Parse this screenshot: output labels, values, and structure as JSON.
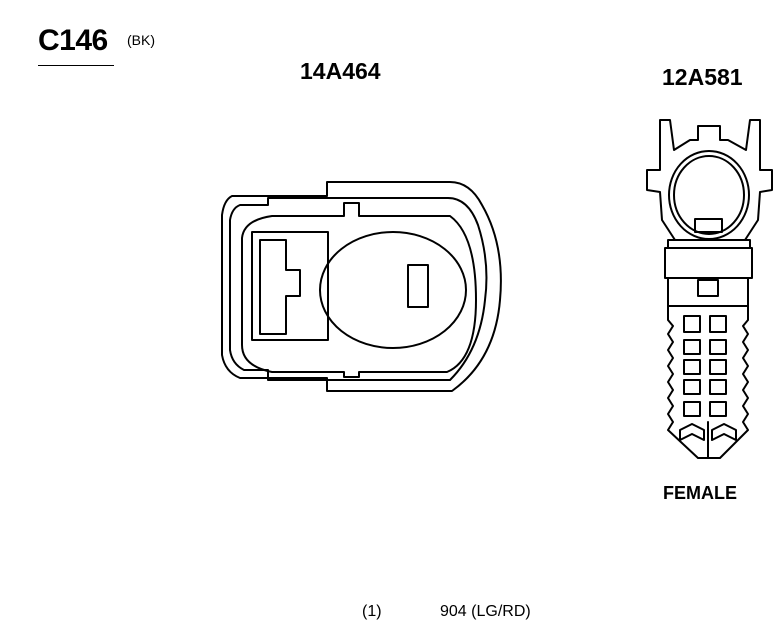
{
  "connector": {
    "id": "C146",
    "color_code": "(BK)"
  },
  "views": {
    "left_part_number": "14A464",
    "right_part_number": "12A581",
    "right_gender": "FEMALE"
  },
  "pinout": [
    {
      "pin": "(1)",
      "wire": "904 (LG/RD)"
    }
  ],
  "colors": {
    "ink": "#000000",
    "background": "#ffffff"
  }
}
